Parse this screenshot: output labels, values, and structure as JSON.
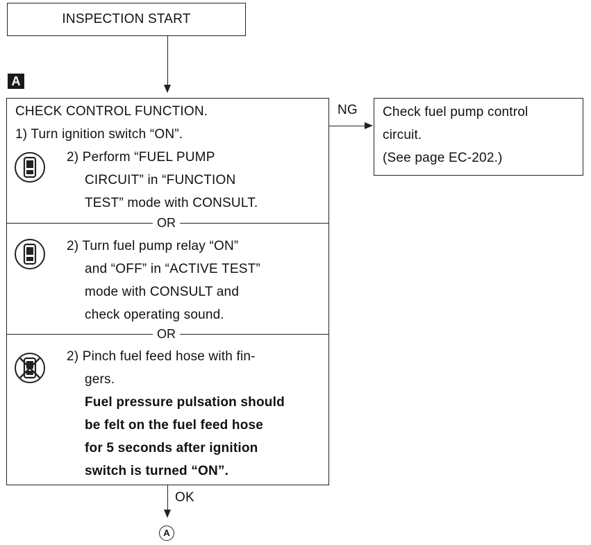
{
  "start": {
    "label": "INSPECTION START"
  },
  "step_marker": "A",
  "check": {
    "title": "CHECK CONTROL FUNCTION.",
    "step1": "1) Turn ignition switch “ON”.",
    "option1": [
      "2) Perform “FUEL PUMP",
      "CIRCUIT” in “FUNCTION",
      "TEST” mode with CONSULT."
    ],
    "or1": "OR",
    "option2": [
      "2) Turn fuel pump relay “ON”",
      "and “OFF” in “ACTIVE TEST”",
      "mode with CONSULT and",
      "check operating sound."
    ],
    "or2": "OR",
    "option3": [
      "2) Pinch fuel feed hose with fin-",
      "gers."
    ],
    "option3_bold": [
      "Fuel pressure pulsation should",
      "be felt on the fuel feed hose",
      "for 5 seconds after ignition",
      "switch is turned “ON”."
    ]
  },
  "ng": {
    "label": "NG",
    "box": [
      "Check fuel pump control",
      "circuit.",
      "(See page EC-202.)"
    ]
  },
  "ok": {
    "label": "OK",
    "connector": "A"
  },
  "icons": {
    "consult_icon": "consult-tester-icon",
    "no_consult_icon": "no-consult-icon"
  }
}
